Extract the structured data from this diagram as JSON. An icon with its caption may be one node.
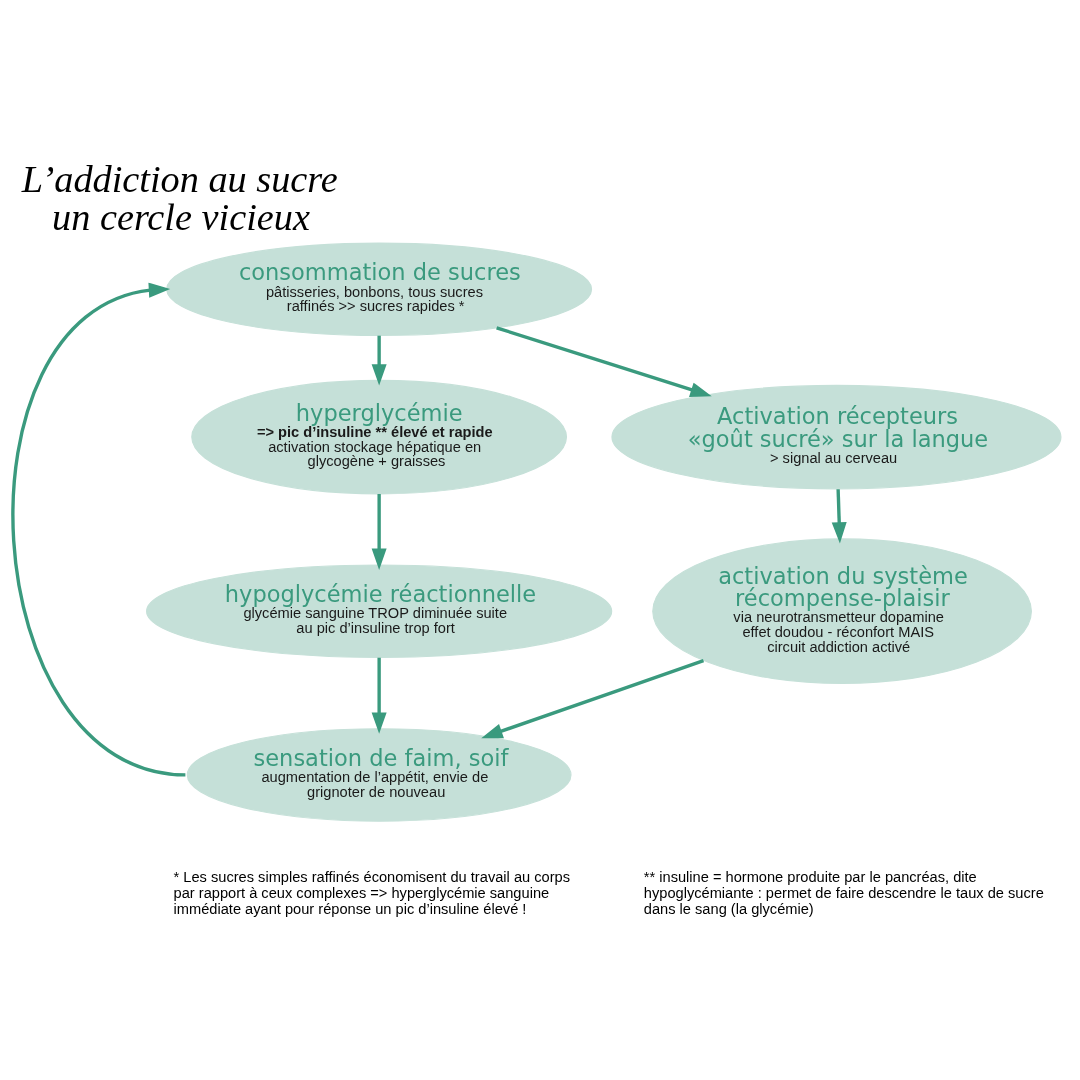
{
  "diagram": {
    "title": "L’addiction au sucre un cercle vicieux",
    "nodes": [
      {
        "text": [
          "consommation de sucres",
          "pâtisseries, bonbons, tous sucres raffinés >> sucres rapides *"
        ]
      },
      {
        "text": [
          "hyperglycémie",
          "=> pic d’insuline ** élevé et rapide",
          "activation stockage hépatique en glycogène + graisses"
        ]
      },
      {
        "text": [
          "Activation récepteurs «goût sucré» sur la langue",
          "> signal au cerveau"
        ]
      },
      {
        "text": [
          "hypoglycémie réactionnelle",
          "glycémie sanguine TROP diminuée suite au pic d’insuline trop fort"
        ]
      },
      {
        "text": [
          "activation du système récompense-plaisir",
          "via neurotransmetteur dopamine effet doudou - réconfort MAIS circuit addiction activé"
        ]
      },
      {
        "text": [
          "sensation de faim, soif",
          "augmentation de l’appétit, envie de grignoter de nouveau"
        ]
      }
    ],
    "edges": [
      {
        "from": 0,
        "to": 1,
        "arrow": "to"
      },
      {
        "from": 0,
        "to": 2,
        "arrow": "to"
      },
      {
        "from": 1,
        "to": 3,
        "arrow": "to"
      },
      {
        "from": 2,
        "to": 4,
        "arrow": "to"
      },
      {
        "from": 3,
        "to": 5,
        "arrow": "to"
      },
      {
        "from": 4,
        "to": 5,
        "arrow": "to"
      },
      {
        "from": 5,
        "to": 0,
        "arrow": "to"
      }
    ],
    "labels": [
      "* Les sucres simples raffinés économisent du travail au corps par rapport à ceux complexes => hyperglycémie sanguine immédiate ayant pour réponse un pic d’insuline élevé !",
      "** insuline = hormone produite par le pancréas, dite hypoglycémiante : permet de faire descendre le taux de sucre dans le sang (la glycémie)"
    ]
  }
}
